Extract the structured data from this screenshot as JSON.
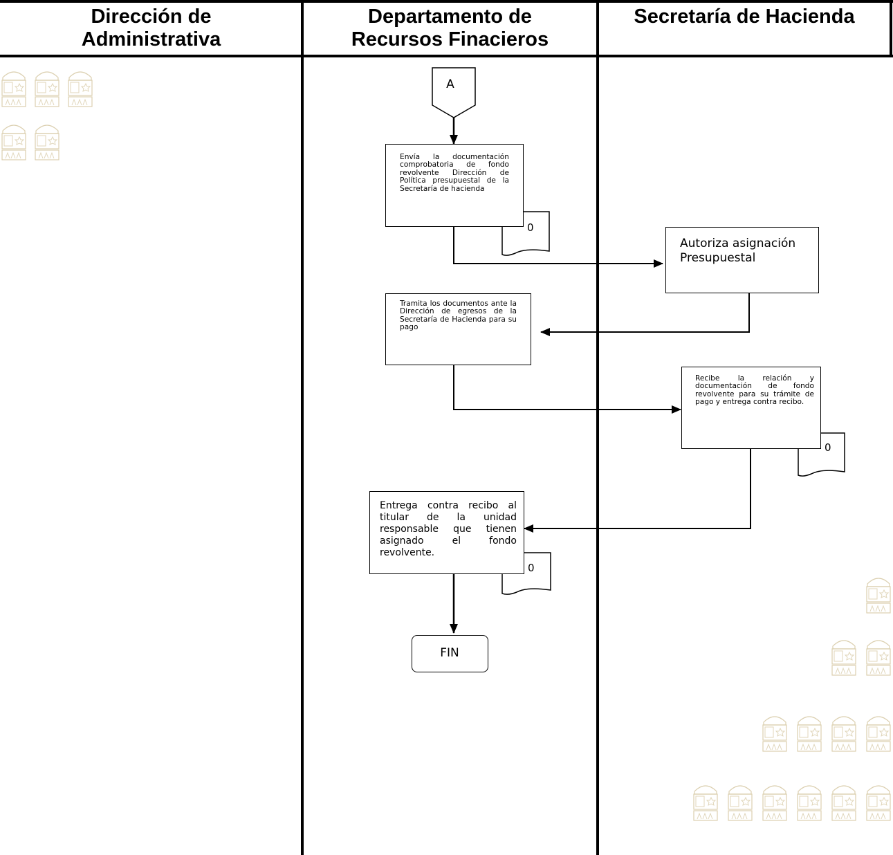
{
  "lanes": [
    {
      "title_line1": "Dirección de",
      "title_line2": "Administrativa"
    },
    {
      "title_line1": "Departamento de",
      "title_line2": "Recursos Finacieros"
    },
    {
      "title_line1": "Secretaría de Hacienda",
      "title_line2": ""
    }
  ],
  "nodes": {
    "connector_a": "A",
    "step1": "Envía la documentación comprobatoria de fondo revolvente Dirección de Política presupuestal de la Secretaría de hacienda",
    "step1_doc": "0",
    "step2": "Autoriza asignación Presupuestal",
    "step3": "Tramita los documentos ante la Dirección de egresos de la Secretaría de Hacienda para su pago",
    "step4": "Recibe la relación y documentación de fondo revolvente para su trámite de pago y entrega contra recibo.",
    "step4_doc": "0",
    "step5": "Entrega contra recibo al titular de la unidad responsable que tienen asignado el fondo revolvente.",
    "step5_doc": "0",
    "end": "FIN"
  },
  "colors": {
    "line": "#000000",
    "watermark": "#d8c9a0"
  },
  "icons": [
    "coat-of-arms-watermark-icon"
  ]
}
